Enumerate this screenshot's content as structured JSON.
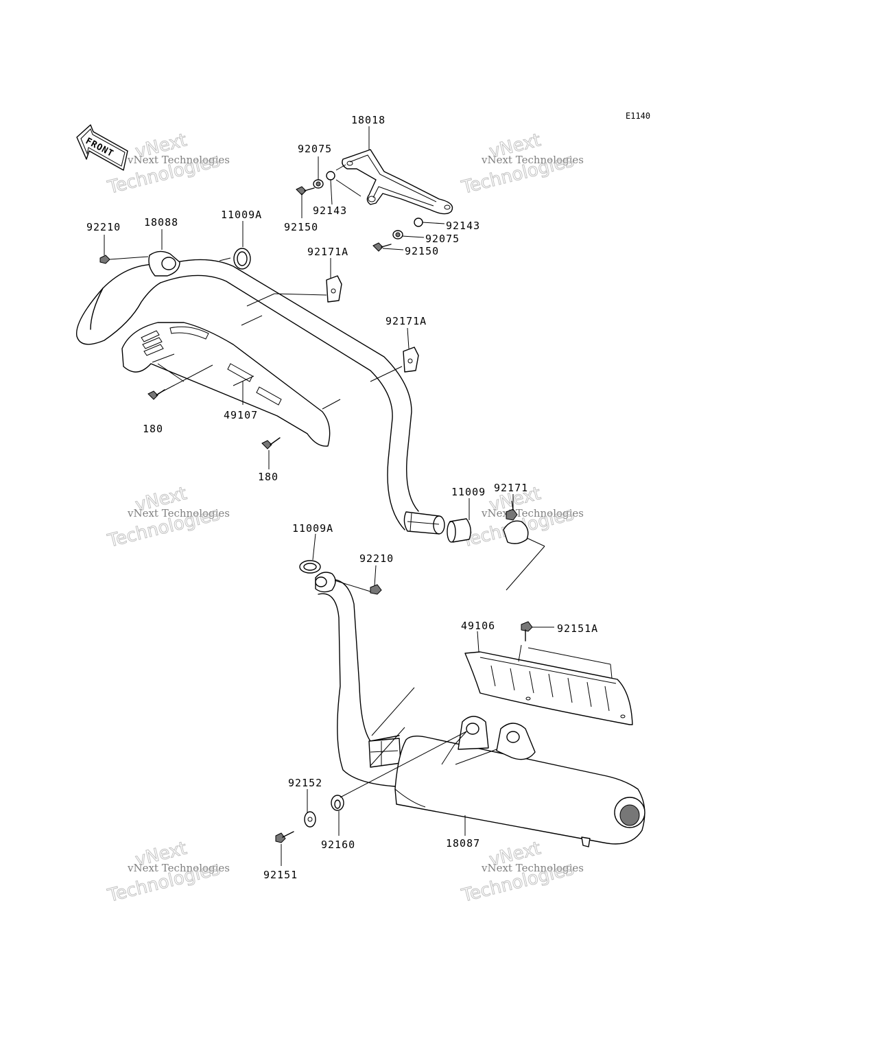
{
  "diagram_code": "E1140",
  "front_arrow_label": "FRONT",
  "watermark": {
    "line1": "vNext Technologies",
    "line2": "vNext",
    "line3": "Technologies"
  },
  "parts": {
    "p18018": "18018",
    "p92075_a": "92075",
    "p92143_a": "92143",
    "p92150_a": "92150",
    "p92143_b": "92143",
    "p92075_b": "92075",
    "p92150_b": "92150",
    "p92210_a": "92210",
    "p18088": "18088",
    "p11009A_a": "11009A",
    "p92171A_a": "92171A",
    "p92171A_b": "92171A",
    "p180_a": "180",
    "p49107": "49107",
    "p180_b": "180",
    "p11009": "11009",
    "p92171": "92171",
    "p11009A_b": "11009A",
    "p92210_b": "92210",
    "p49106": "49106",
    "p92151A": "92151A",
    "p92152": "92152",
    "p92160": "92160",
    "p18087": "18087",
    "p92151": "92151"
  }
}
